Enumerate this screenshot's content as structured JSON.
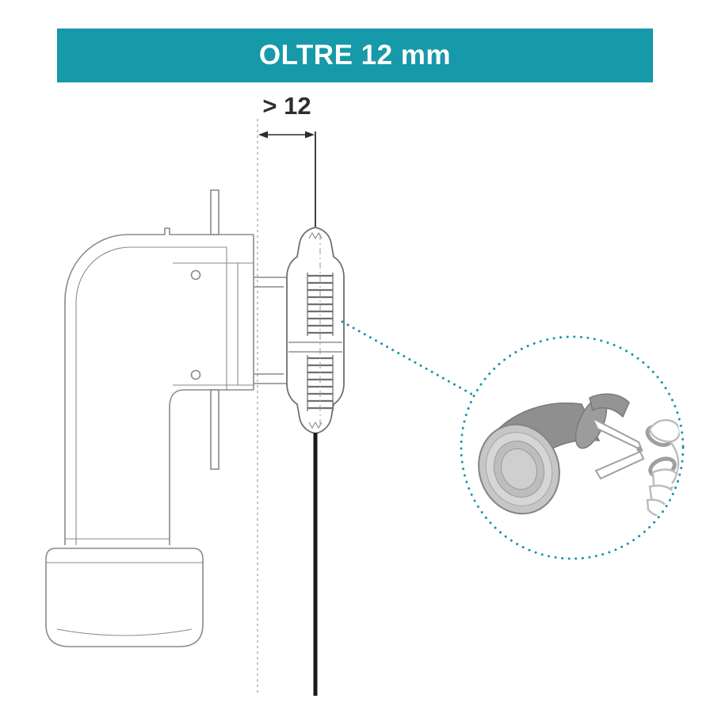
{
  "banner": {
    "label": "OLTRE 12 mm",
    "bg_color": "#1699A8",
    "text_color": "#FFFFFF"
  },
  "dimension": {
    "label": "> 12"
  },
  "colors": {
    "teal": "#1699A8",
    "drawing_gray": "#8a8a8a",
    "drawing_dark": "#6f6f6f",
    "wall_black": "#1b1b1b",
    "sleeve_gray": "#8f8f8f"
  },
  "illustrations": {
    "main": "offset-wc-elbow-connector-side-view",
    "callout": "hand-with-scissors-cutting-rubber-sleeve"
  }
}
